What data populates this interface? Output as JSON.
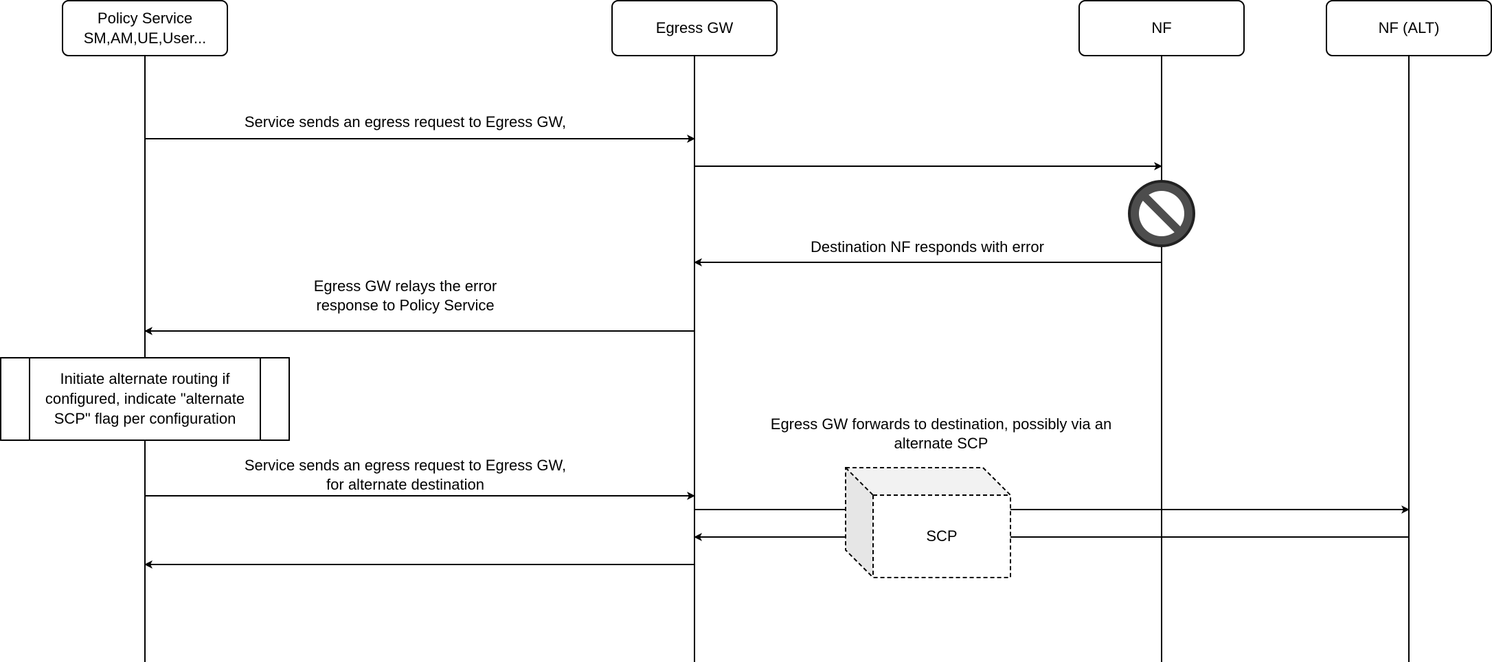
{
  "participants": [
    {
      "id": "policy",
      "label_lines": [
        "Policy Service",
        "SM,AM,UE,User..."
      ]
    },
    {
      "id": "egress",
      "label_lines": [
        "Egress GW"
      ]
    },
    {
      "id": "nf",
      "label_lines": [
        "NF"
      ]
    },
    {
      "id": "nfalt",
      "label_lines": [
        "NF (ALT)"
      ]
    }
  ],
  "messages": {
    "m1": {
      "from": "policy",
      "to": "egress",
      "label_lines": [
        "Service sends an egress request to Egress GW,"
      ]
    },
    "m2": {
      "from": "egress",
      "to": "nf",
      "label_lines": []
    },
    "m3": {
      "from": "nf",
      "to": "egress",
      "label_lines": [
        "Destination NF responds with error"
      ]
    },
    "m4": {
      "from": "egress",
      "to": "policy",
      "label_lines": [
        "Egress GW relays the error",
        "response to Policy Service"
      ]
    },
    "m5": {
      "from": "policy",
      "to": "egress",
      "label_lines": [
        "Service sends an egress request to Egress GW,",
        "for alternate destination"
      ]
    },
    "m6": {
      "from": "egress",
      "to": "nfalt",
      "via": "scp",
      "label_lines": [
        "Egress GW forwards to destination, possibly via an",
        "alternate SCP"
      ]
    },
    "m7": {
      "from": "nfalt",
      "to": "egress",
      "via": "scp",
      "label_lines": []
    },
    "m8": {
      "from": "egress",
      "to": "policy",
      "label_lines": []
    }
  },
  "process_box": {
    "label_lines": [
      "Initiate alternate routing if",
      "configured, indicate \"alternate",
      "SCP\" flag per configuration"
    ]
  },
  "scp": {
    "label": "SCP"
  },
  "error_icon": {
    "name": "prohibited-icon"
  },
  "colors": {
    "line": "#000000",
    "icon_fill": "#4d4d4d",
    "icon_ring": "#222222",
    "scp_top": "#f2f2f2",
    "scp_side": "#e6e6e6"
  }
}
